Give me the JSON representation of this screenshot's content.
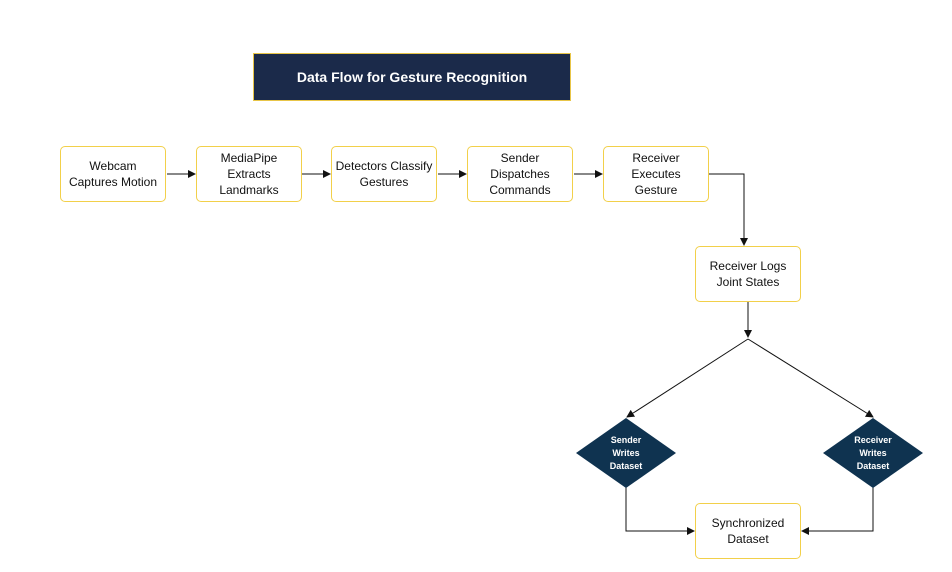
{
  "title": "Data Flow for Gesture Recognition",
  "nodes": {
    "webcam": "Webcam\nCaptures Motion",
    "mediapipe": "MediaPipe\nExtracts\nLandmarks",
    "detectors": "Detectors Classify\nGestures",
    "sender": "Sender\nDispatches\nCommands",
    "receiver_exec": "Receiver Executes\nGesture",
    "receiver_logs": "Receiver Logs\nJoint States",
    "sender_writes": "Sender\nWrites\nDataset",
    "receiver_writes": "Receiver\nWrites\nDataset",
    "synchronized": "Synchronized\nDataset"
  },
  "colors": {
    "title_bg": "#1b2a4a",
    "node_border": "#f2d04a",
    "diamond_fill": "#0f3350"
  }
}
